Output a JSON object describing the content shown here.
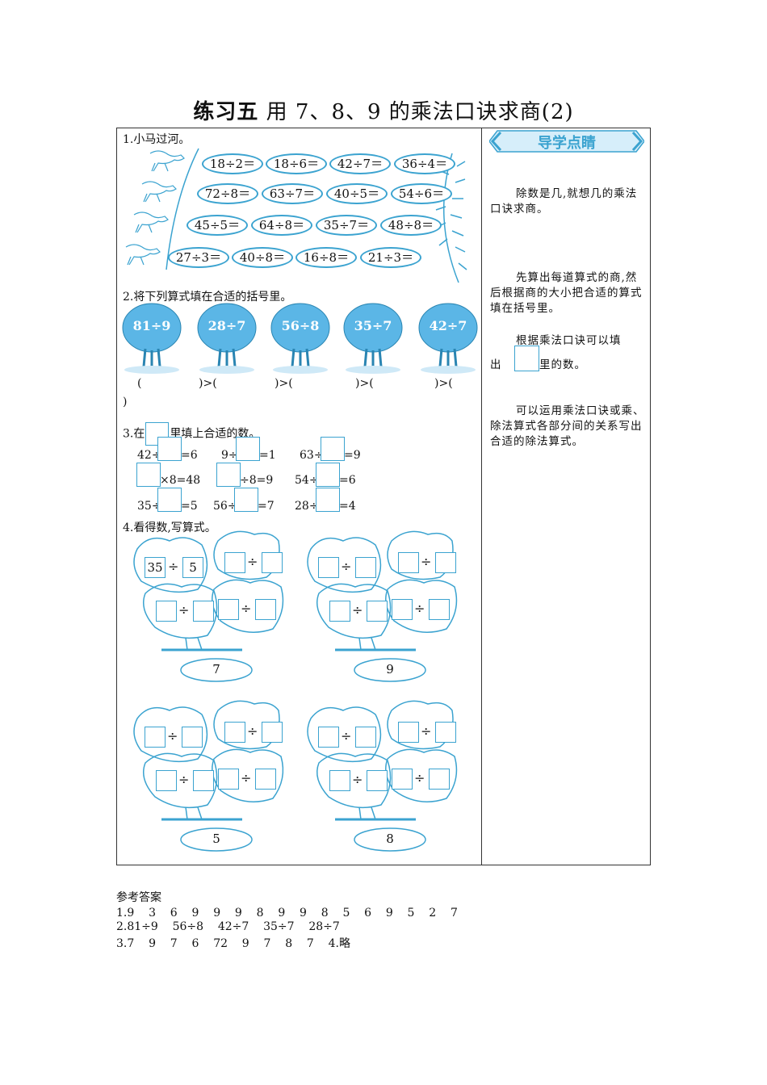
{
  "title": {
    "bold": "练习五",
    "rest": "  用 7、8、9 的乘法口诀求商(2)"
  },
  "q1": {
    "label": "1.小马过河。",
    "rows": [
      [
        "18÷2＝",
        "18÷6＝",
        "42÷7＝",
        "36÷4＝"
      ],
      [
        "72÷8＝",
        "63÷7＝",
        "40÷5＝",
        "54÷6＝"
      ],
      [
        "45÷5＝",
        "64÷8＝",
        "35÷7＝",
        "48÷8＝"
      ],
      [
        "27÷3＝",
        "40÷8＝",
        "16÷8＝",
        "21÷3＝"
      ]
    ]
  },
  "q2": {
    "label": "2.将下列算式填在合适的括号里。",
    "trees": [
      "81÷9",
      "28÷7",
      "56÷8",
      "35÷7",
      "42÷7"
    ],
    "brackets": [
      "(",
      "  )>(",
      "  )>(",
      "  )>(",
      "  )>("
    ],
    "close": ")"
  },
  "q3": {
    "label_a": "3.在",
    "label_b": "里填上合适的数。",
    "rows": [
      [
        [
          "42÷",
          "",
          "=6"
        ],
        [
          "9÷",
          "",
          "=1"
        ],
        [
          "63÷",
          "",
          "=9"
        ]
      ],
      [
        [
          "",
          "",
          "×8=48"
        ],
        [
          "",
          "",
          "÷8=9"
        ],
        [
          "54÷",
          "",
          "=6"
        ]
      ],
      [
        [
          "35÷",
          "",
          "=5"
        ],
        [
          "56÷",
          "",
          "=7"
        ],
        [
          "28÷",
          "",
          "=4"
        ]
      ]
    ]
  },
  "q4": {
    "label": "4.看得数,写算式。",
    "example": {
      "a": "35",
      "op": "÷",
      "b": "5"
    },
    "op": "÷",
    "results": [
      "7",
      "9",
      "5",
      "8"
    ]
  },
  "tips": {
    "header": "导学点睛",
    "t1": "除数是几,就想几的乘法口诀求商。",
    "t2": "先算出每道算式的商,然后根据商的大小把合适的算式填在括号里。",
    "t3a": "根据乘法口诀可以填",
    "t3b": "出",
    "t3c": "里的数。",
    "t4": "可以运用乘法口诀或乘、除法算式各部分间的关系写出合适的除法算式。"
  },
  "answers": {
    "heading": "参考答案",
    "l1": "1.9    3    6    9    9    9    8    9    9    8    5    6    9    5    2    7",
    "l2": "2.81÷9    56÷8    42÷7    35÷7    28÷7",
    "l3": "3.7    9    7    6    72    9    7    8    7    4.略"
  },
  "colors": {
    "accent": "#3ba3d0",
    "tree": "#5bb6e6",
    "header_bg": "#d6eefa"
  }
}
